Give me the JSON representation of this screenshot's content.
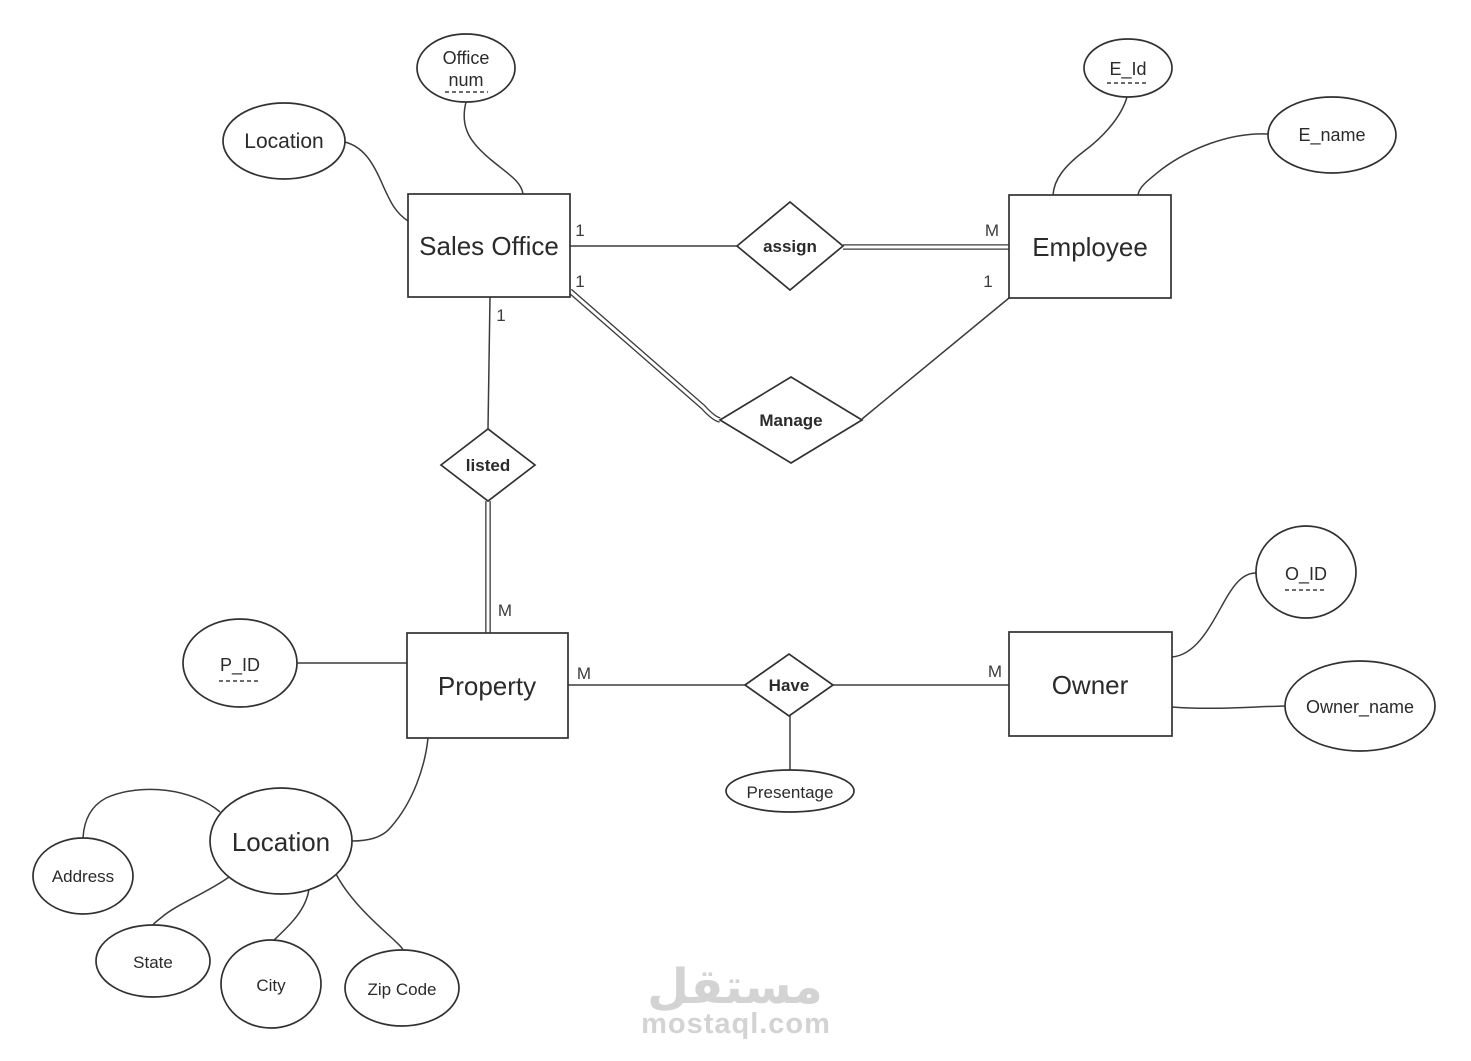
{
  "entities": {
    "sales_office": {
      "label": "Sales Office"
    },
    "employee": {
      "label": "Employee"
    },
    "property": {
      "label": "Property"
    },
    "owner": {
      "label": "Owner"
    }
  },
  "relationships": {
    "assign": {
      "label": "assign"
    },
    "manage": {
      "label": "Manage"
    },
    "listed": {
      "label": "listed"
    },
    "have": {
      "label": "Have"
    }
  },
  "attributes": {
    "office_num": {
      "line1": "Office",
      "line2": "num",
      "is_key": true
    },
    "sales_office_location": {
      "label": "Location"
    },
    "e_id": {
      "label": "E_Id",
      "is_key": true
    },
    "e_name": {
      "label": "E_name"
    },
    "p_id": {
      "label": "P_ID",
      "is_key": true
    },
    "o_id": {
      "label": "O_ID",
      "is_key": true
    },
    "owner_name": {
      "label": "Owner_name"
    },
    "presentage": {
      "label": "Presentage"
    },
    "property_location": {
      "label": "Location"
    },
    "address": {
      "label": "Address"
    },
    "state": {
      "label": "State"
    },
    "city": {
      "label": "City"
    },
    "zip_code": {
      "label": "Zip Code"
    }
  },
  "cardinalities": {
    "sales_office_assign": "1",
    "employee_assign": "M",
    "sales_office_manage": "1",
    "employee_manage": "1",
    "sales_office_listed": "1",
    "property_listed": "M",
    "property_have": "M",
    "owner_have": "M"
  },
  "watermark": {
    "logo_text": "مستقل",
    "site": "mostaql.com"
  },
  "colors": {
    "line": "#3b3b3b",
    "text": "#2b2b2b",
    "watermark": "#d3d3d3",
    "background": "#ffffff"
  }
}
